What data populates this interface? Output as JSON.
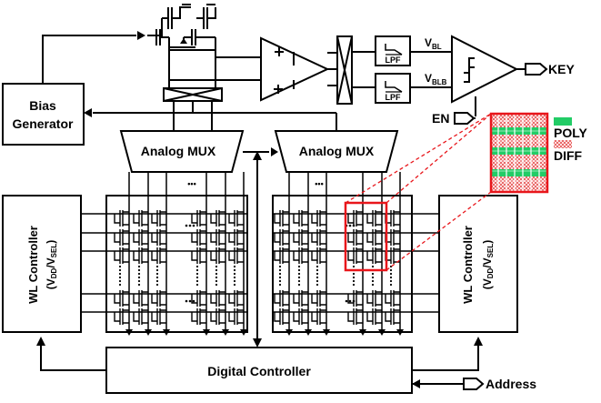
{
  "blocks": {
    "bias_generator": [
      "Bias",
      "Generator"
    ],
    "analog_mux_left": "Analog MUX",
    "analog_mux_right": "Analog MUX",
    "wl_controller_left": "WL Controller",
    "wl_controller_left_sub": "(VDD/VSEL)",
    "wl_controller_right": "WL Controller",
    "wl_controller_right_sub": "(VDD/VSEL)",
    "digital_controller": "Digital Controller",
    "lpf_top": "LPF",
    "lpf_bottom": "LPF"
  },
  "signals": {
    "vbl": "VBL",
    "vblb": "VBLB",
    "key": "KEY",
    "en": "EN",
    "address": "Address"
  },
  "legend": {
    "poly": "POLY",
    "diff": "DIFF"
  },
  "ellipsis": "•••",
  "colors": {
    "highlight": "#e8161b",
    "poly": "#22cc66",
    "diff": "#ff9999",
    "line": "#000000"
  }
}
